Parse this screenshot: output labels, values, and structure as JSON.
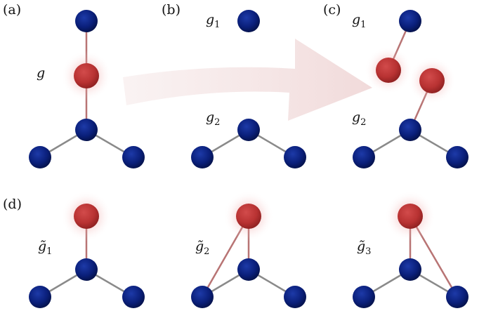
{
  "panels": {
    "a": {
      "label": "(a)",
      "graph_label": "g"
    },
    "b": {
      "label": "(b)",
      "graph1_label": "g",
      "graph1_sub": "1",
      "graph2_label": "g",
      "graph2_sub": "2"
    },
    "c": {
      "label": "(c)",
      "graph1_label": "g",
      "graph1_sub": "1",
      "graph2_label": "g",
      "graph2_sub": "2"
    },
    "d": {
      "label": "(d)",
      "variants": [
        {
          "label": "g̃",
          "sub": "1"
        },
        {
          "label": "g̃",
          "sub": "2"
        },
        {
          "label": "g̃",
          "sub": "3"
        }
      ]
    }
  },
  "colors": {
    "blue_node": "#0a1f7a",
    "blue_node_dark": "#041045",
    "red_node": "#b83232",
    "red_node_dark": "#8a1f1f",
    "red_edge": "#b87474",
    "gray_edge": "#8a8a8a",
    "arrow": "#f3e3e3"
  }
}
